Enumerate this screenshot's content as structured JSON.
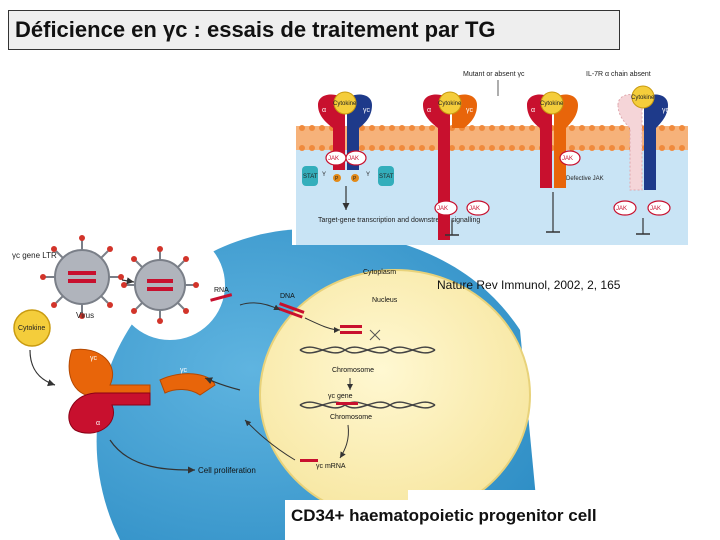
{
  "header": {
    "title": "Déficience en γc : essais de traitement par TG"
  },
  "citation": "Nature Rev Immunol, 2002, 2, 165",
  "caption": "CD34+ haematopoietic progenitor cell",
  "receptor_panel": {
    "top_labels": {
      "mutant": "Mutant or absent γc",
      "il7r": "IL-7R α chain absent"
    },
    "cytokine_label": "Cytokine",
    "alpha_label": "α",
    "gamma_label": "γc",
    "jak_label": "JAK",
    "stat_label": "STAT",
    "y_label": "Y",
    "p_label": "P",
    "defective_jak": "Defective JAK",
    "transcription": "Target-gene transcription and downstream signalling"
  },
  "cell_panel": {
    "gene_label": "γc gene LTR",
    "virus_label": "Virus",
    "cytokine_label": "Cytokine",
    "rna_label": "RNA",
    "dna_label": "DNA",
    "cytoplasm_label": "Cytoplasm",
    "nucleus_label": "Nucleus",
    "chromosome_label": "Chromosome",
    "yc_gene_label": "γc gene",
    "mrna_label": "γc mRNA",
    "proliferation_label": "Cell proliferation",
    "gamma_c_label": "γc",
    "alpha_label": "α"
  },
  "colors": {
    "cytoplasm": "#3d9fd3",
    "nucleus": "#fbf0b8",
    "membrane": "#f6b27a",
    "alpha_chain": "#c8102e",
    "gamma_chain": "#e8650a",
    "cytokine": "#f4cd3b"
  }
}
